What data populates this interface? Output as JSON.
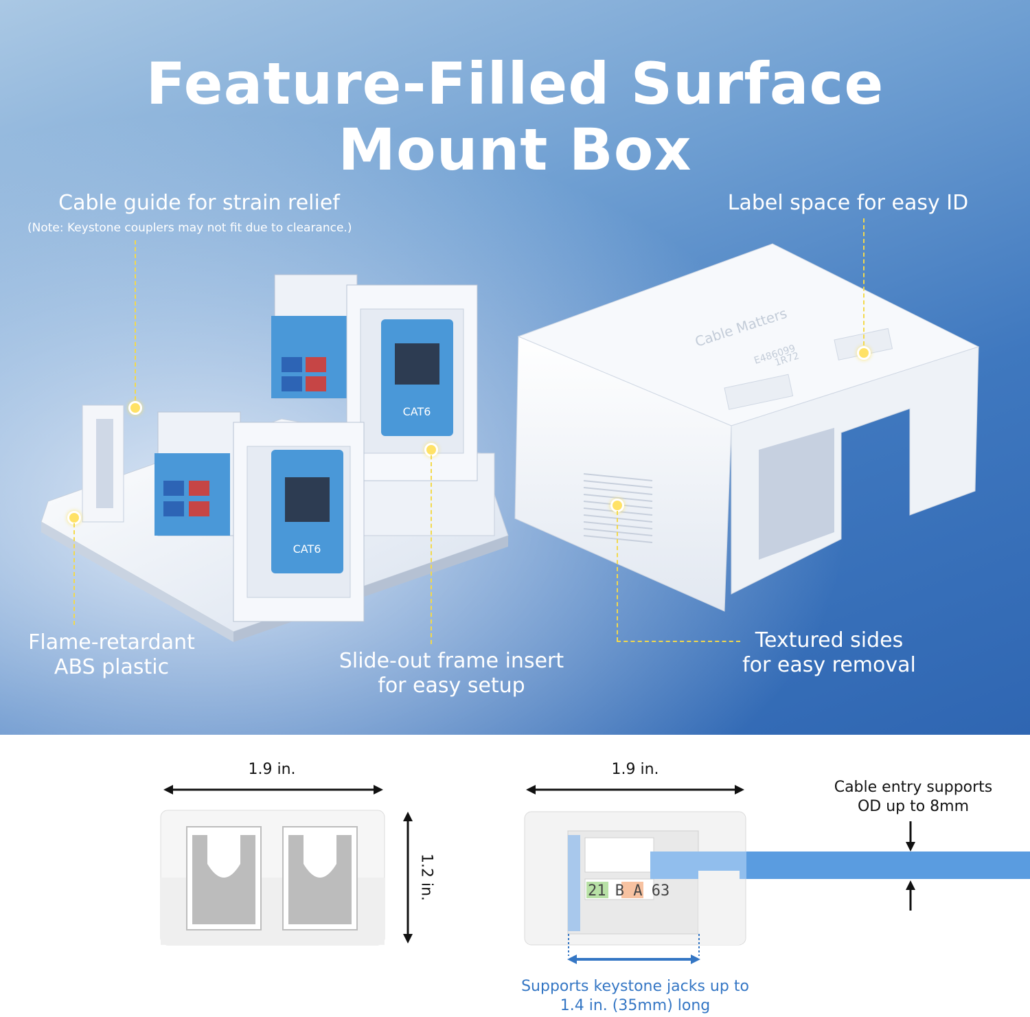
{
  "hero": {
    "title_line1": "Feature-Filled Surface",
    "title_line2": "Mount Box"
  },
  "callouts": {
    "cable_guide": "Cable guide for strain relief",
    "cable_guide_note": "(Note: Keystone couplers may not fit due to clearance.)",
    "label_space": "Label space for easy ID",
    "flame_line1": "Flame-retardant",
    "flame_line2": "ABS plastic",
    "slide_line1": "Slide-out frame insert",
    "slide_line2": "for easy setup",
    "textured_line1": "Textured sides",
    "textured_line2": "for easy removal"
  },
  "product_print": {
    "brand": "Cable Matters",
    "cert": "E486099",
    "code": "1R72",
    "jack_label": "CAT6"
  },
  "dimensions": {
    "front_width": "1.9 in.",
    "front_height": "1.2 in.",
    "side_width": "1.9 in.",
    "cable_line1": "Cable entry supports",
    "cable_line2": "OD up to 8mm",
    "keystone_line1": "Supports keystone jacks up to",
    "keystone_line2": "1.4 in. (35mm) long",
    "wire_digits": "21 B A 63"
  },
  "colors": {
    "accent_blue": "#3476c4",
    "callout_yellow": "#f3d94b",
    "jack_blue": "#4a98d8"
  },
  "icons": [
    "dimension-arrow-icon",
    "callout-dot-icon"
  ]
}
